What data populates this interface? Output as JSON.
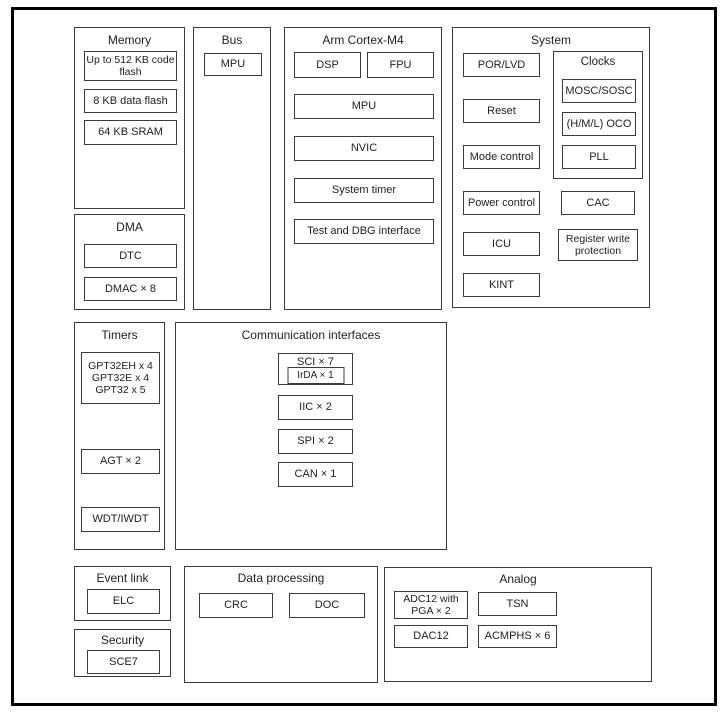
{
  "blocks": {
    "memory": {
      "title": "Memory",
      "code_flash": "Up to 512 KB code\nflash",
      "data_flash": "8 KB data flash",
      "sram": "64 KB SRAM"
    },
    "dma": {
      "title": "DMA",
      "dtc": "DTC",
      "dmac": "DMAC × 8"
    },
    "bus": {
      "title": "Bus",
      "mpu": "MPU"
    },
    "cortex": {
      "title": "Arm Cortex-M4",
      "dsp": "DSP",
      "fpu": "FPU",
      "mpu": "MPU",
      "nvic": "NVIC",
      "system_timer": "System timer",
      "test_dbg": "Test and DBG interface"
    },
    "system": {
      "title": "System",
      "por_lvd": "POR/LVD",
      "reset": "Reset",
      "mode_control": "Mode control",
      "power_control": "Power control",
      "icu": "ICU",
      "kint": "KINT",
      "clocks": {
        "title": "Clocks",
        "mosc_sosc": "MOSC/SOSC",
        "oco": "(H/M/L) OCO",
        "pll": "PLL"
      },
      "cac": "CAC",
      "reg_write_protection": "Register write\nprotection"
    },
    "timers": {
      "title": "Timers",
      "gpt": "GPT32EH x 4\nGPT32E x 4\nGPT32 x 5",
      "agt": "AGT × 2",
      "wdt": "WDT/IWDT"
    },
    "comm": {
      "title": "Communication interfaces",
      "sci": "SCI × 7",
      "irda": "IrDA × 1",
      "iic": "IIC × 2",
      "spi": "SPI × 2",
      "can": "CAN × 1"
    },
    "event_link": {
      "title": "Event link",
      "elc": "ELC"
    },
    "security": {
      "title": "Security",
      "sce": "SCE7"
    },
    "data_processing": {
      "title": "Data processing",
      "crc": "CRC",
      "doc": "DOC"
    },
    "analog": {
      "title": "Analog",
      "adc": "ADC12 with\nPGA × 2",
      "tsn": "TSN",
      "dac": "DAC12",
      "acmphs": "ACMPHS × 6"
    }
  }
}
